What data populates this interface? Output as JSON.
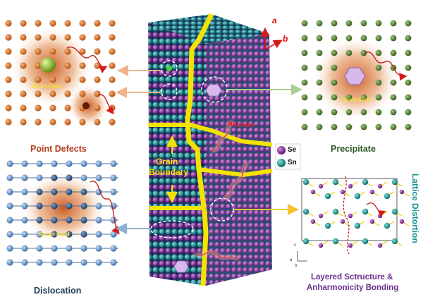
{
  "panels": {
    "point_defects": {
      "label": "Point Defects",
      "strain": "Strain Field"
    },
    "precipitate": {
      "label": "Precipitate",
      "strain": "Strain Field"
    },
    "dislocation": {
      "label": "Dislocation",
      "strain": "Strain Field"
    },
    "layered": {
      "label_line1": "Layered Sctructure &",
      "label_line2": "Anharmonicity Bonding",
      "side": "Lattice Distortion",
      "axis_c": "c",
      "axis_a": "a",
      "axis_b": "b"
    }
  },
  "center": {
    "grain_line1": "Grain",
    "grain_line2": "Boundary",
    "phonon": "Phonon",
    "axis_a": "a",
    "axis_b": "b"
  },
  "legend": [
    {
      "symbol": "Se",
      "color": "#8b1fa0"
    },
    {
      "symbol": "Sn",
      "color": "#1a9a9a"
    }
  ],
  "colors": {
    "orange_atom": "#d4651a",
    "green_atom": "#4f7a2c",
    "blue_atom": "#5d8fc9",
    "gb": "#f2e400",
    "label_red": "#b33b1d",
    "label_green": "#2b5a22",
    "label_navy": "#1f3b57",
    "label_purple": "#6a2f8f",
    "label_teal": "#129191"
  }
}
